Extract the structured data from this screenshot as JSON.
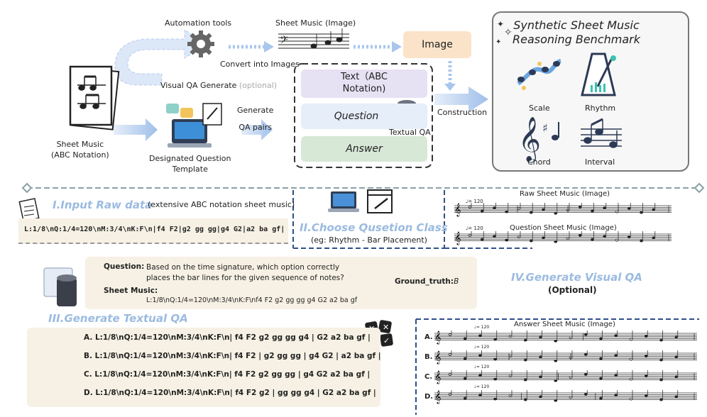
{
  "top": {
    "sheet_music_label": "Sheet Music\n(ABC Notation)",
    "automation_tools": "Automation tools",
    "sheet_music_image": "Sheet Music (Image)",
    "convert_into_images": "Convert into Images",
    "image_box": "Image",
    "visual_qa_generate": "Visual QA Generate",
    "optional_tag": "(optional)",
    "text_box": "Text（ABC\nNotation)",
    "question_box": "Question",
    "answer_box": "Answer",
    "textual_qa": "Textual QA",
    "generate_qa": "Generate\n\nQA pairs",
    "designated_template": "Designated Question\nTemplate",
    "construction": "Construction",
    "benchmark_title": "Synthetic Sheet Music\nReasoning Benchmark",
    "scale": "Scale",
    "rhythm": "Rhythm",
    "chord": "Chord",
    "interval": "Interval"
  },
  "section1": {
    "title": "I.Input Raw data",
    "desc": "(extensive ABC notation sheet music)",
    "abc": "L:1/8\\nQ:1/4=120\\nM:3/4\\nK:F\\n|f4 F2|g2 gg gg|g4 G2|a2 ba gf|"
  },
  "section2": {
    "title": "II.Choose Qusetion Class",
    "example": "(eg: Rhythm - Bar Placement)"
  },
  "section_raw": {
    "raw_title": "Raw Sheet Music (Image)",
    "question_title": "Question Sheet Music (Image)",
    "tempo": "♩= 120"
  },
  "section3": {
    "title": "III.Generate Textual QA",
    "question_label": "Question:",
    "question_text": "Based on the time signature, which option correctly\nplaces the bar lines for the given sequence of notes?",
    "sheet_label": "Sheet Music:",
    "sheet_abc": "L:1/8\\nQ:1/4=120\\nM:3/4\\nK:F\\nf4 F2 g2 gg gg g4 G2 a2 ba gf",
    "ground_truth_label": "Ground_truth:",
    "ground_truth_value": "B",
    "options": [
      "A.  L:1/8\\nQ:1/4=120\\nM:3/4\\nK:F\\n|  f4  F2  g2  gg  gg  g4  |  G2  a2  ba  gf  |",
      "B.  L:1/8\\nQ:1/4=120\\nM:3/4\\nK:F\\n|  f4  F2  |  g2  gg  gg  |  g4  G2  |  a2  ba  gf  |",
      "C.  L:1/8\\nQ:1/4=120\\nM:3/4\\nK:F\\n|  f4  F2  g2  gg  gg  |  g4  G2  a2  ba  gf  |",
      "D.  L:1/8\\nQ:1/4=120\\nM:3/4\\nK:F\\n|  f4  F2  g2  |  gg  gg  g4  |  G2  a2  ba  gf  |"
    ]
  },
  "section4": {
    "title": "IV.Generate Visual QA",
    "optional": "(Optional)",
    "answer_title": "Answer Sheet Music (Image)",
    "letters": [
      "A.",
      "B.",
      "C.",
      "D."
    ],
    "tempo": "♩= 120"
  },
  "colors": {
    "accent_blue": "#9bbbe0",
    "arrow_blue": "#a9c6ec",
    "dash_blue": "#2f4f8a",
    "image_box": "#fbe3c9",
    "text_box": "#e7e1f4",
    "question_box": "#e5eef9",
    "answer_box": "#d7e8d6",
    "beige": "#f6f1e4"
  }
}
